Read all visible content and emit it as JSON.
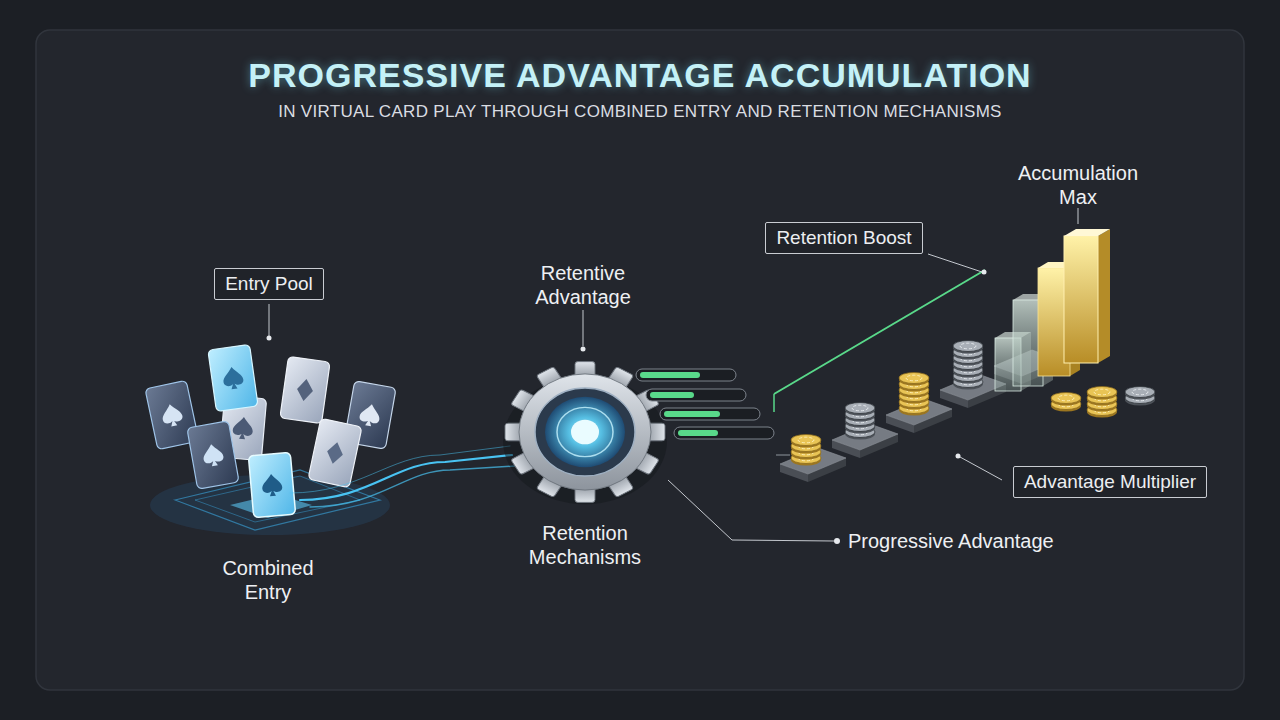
{
  "diagram": {
    "title": "PROGRESSIVE ADVANTAGE ACCUMULATION",
    "nodes": [
      {
        "text": [
          "Entry Pool"
        ]
      },
      {
        "text": [
          "Retention Boost"
        ]
      },
      {
        "text": [
          "Advantage Multiplier"
        ]
      }
    ],
    "labels": [
      "IN VIRTUAL CARD PLAY THROUGH COMBINED ENTRY AND RETENTION MECHANISMS",
      "Retentive Advantage",
      "Accumulation Max",
      "Combined Entry",
      "Retention Mechanisms",
      "Progressive Advantage"
    ]
  }
}
